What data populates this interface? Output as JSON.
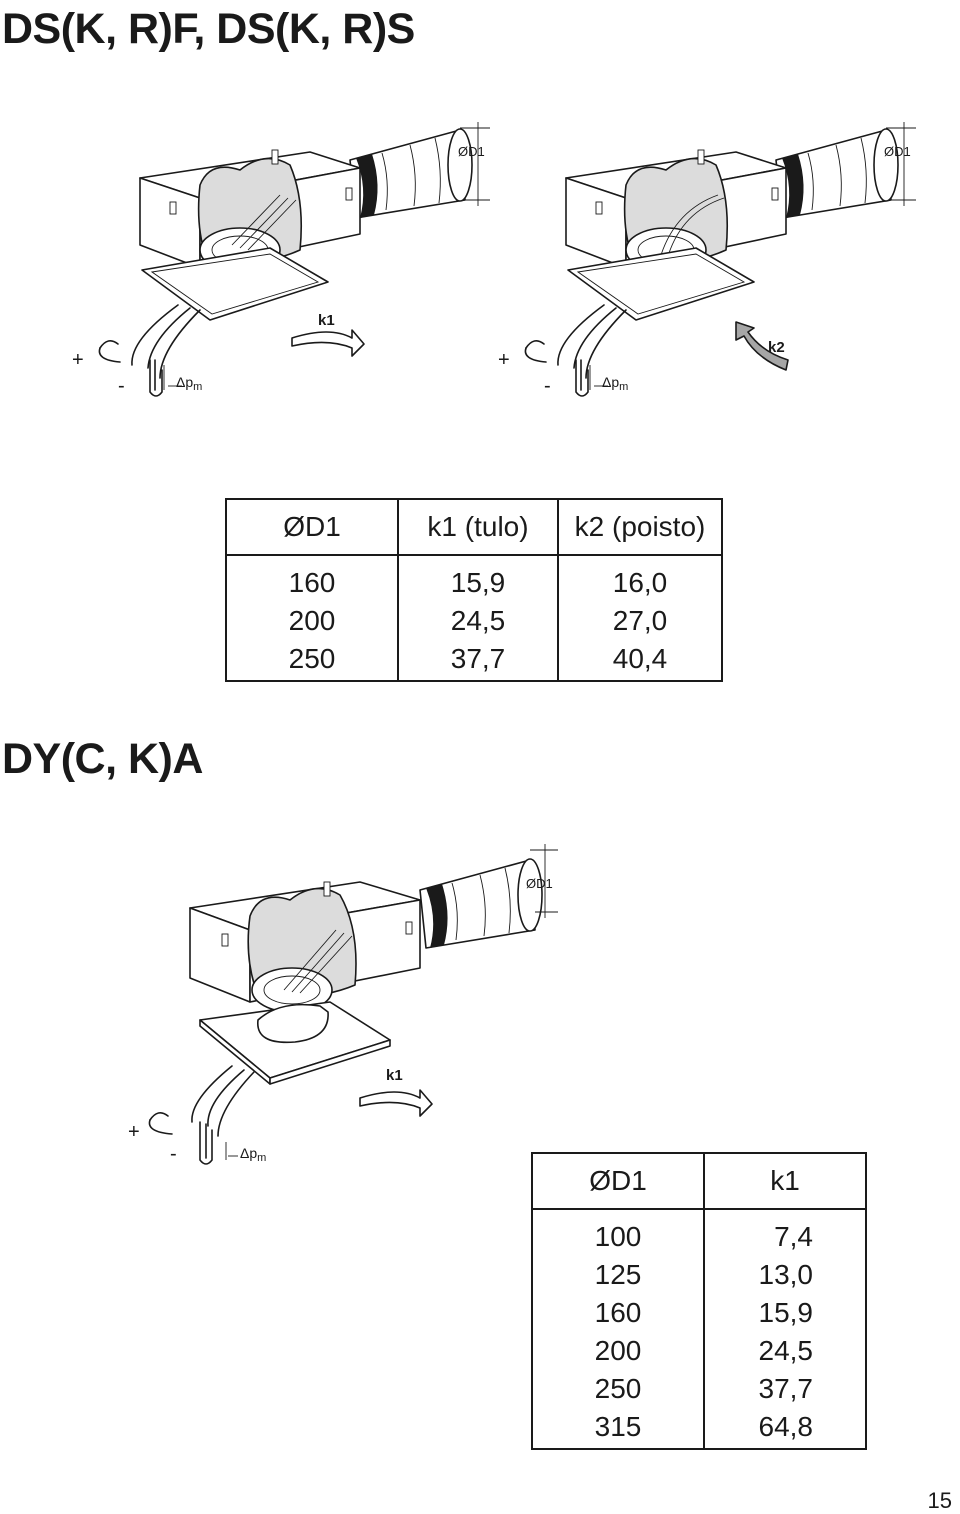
{
  "section1": {
    "heading": "DS(K, R)F, DS(K, R)S",
    "figure_left": {
      "diameter_label": "ØD1",
      "flow_label": "k1",
      "plus": "+",
      "minus": "-",
      "pressure": "Δp",
      "pressure_sub": "m"
    },
    "figure_right": {
      "diameter_label": "ØD1",
      "flow_label": "k2",
      "plus": "+",
      "minus": "-",
      "pressure": "Δp",
      "pressure_sub": "m"
    },
    "table": {
      "headers": [
        "ØD1",
        "k1 (tulo)",
        "k2 (poisto)"
      ],
      "rows": [
        [
          "160",
          "15,9",
          "16,0"
        ],
        [
          "200",
          "24,5",
          "27,0"
        ],
        [
          "250",
          "37,7",
          "40,4"
        ]
      ]
    }
  },
  "section2": {
    "heading": "DY(C, K)A",
    "figure": {
      "diameter_label": "ØD1",
      "flow_label": "k1",
      "plus": "+",
      "minus": "-",
      "pressure": "Δp",
      "pressure_sub": "m"
    },
    "table": {
      "headers": [
        "ØD1",
        "k1"
      ],
      "rows": [
        [
          "100",
          "7,4"
        ],
        [
          "125",
          "13,0"
        ],
        [
          "160",
          "15,9"
        ],
        [
          "200",
          "24,5"
        ],
        [
          "250",
          "37,7"
        ],
        [
          "315",
          "64,8"
        ]
      ]
    }
  },
  "page_number": "15"
}
